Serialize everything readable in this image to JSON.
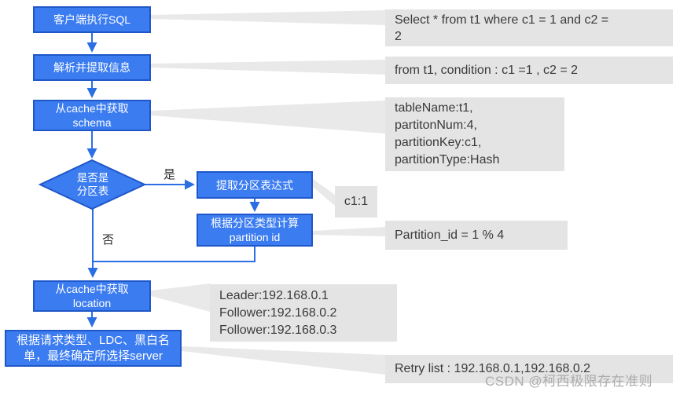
{
  "colors": {
    "node_fill": "#3b7cf0",
    "node_border": "#1f57c8",
    "connector": "#2b6fe4",
    "callout_bg": "#e4e4e4",
    "leader_fill": "#e9e9e9",
    "callout_text": "#3a3a3a",
    "watermark_text": "#acacac"
  },
  "flow": {
    "nodes": {
      "client": "客户端执行SQL",
      "parse": "解析并提取信息",
      "schema": "从cache中获取\nschema",
      "decision": "是否是\n分区表",
      "extract": "提取分区表达式",
      "calc": "根据分区类型计算\npartition id",
      "location": "从cache中获取\nlocation",
      "server": "根据请求类型、LDC、黑白名\n单，最终确定所选择server"
    },
    "branches": {
      "yes": "是",
      "no": "否"
    }
  },
  "callouts": {
    "sql": "Select * from t1 where c1 = 1 and c2 =\n2",
    "condition": "from t1, condition : c1 =1 , c2 = 2",
    "schema_info": "tableName:t1,\npartitonNum:4,\npartitionKey:c1,\npartitionType:Hash",
    "partition_expr": "c1:1",
    "partition_id": "Partition_id = 1 % 4",
    "location_info": "Leader:192.168.0.1\nFollower:192.168.0.2\nFollower:192.168.0.3",
    "retry": "Retry list : 192.168.0.1,192.168.0.2"
  },
  "watermark": "CSDN @柯西极限存在准则"
}
